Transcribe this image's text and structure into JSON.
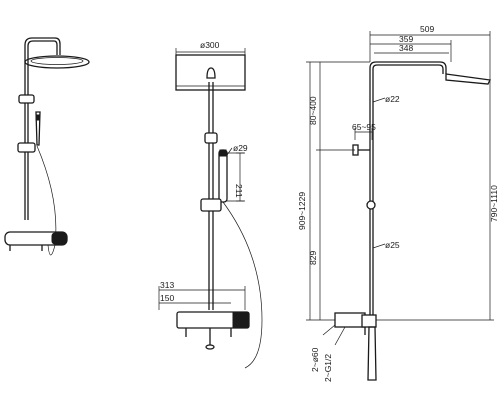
{
  "dimensions": {
    "d509": "509",
    "d359": "359",
    "d348": "348",
    "d300": "ø300",
    "d22": "ø22",
    "d29": "ø29",
    "d25": "ø25",
    "d80_400": "80~400",
    "d65_95": "65~95",
    "d909_1229": "909~1229",
    "d829": "829",
    "d790_1110": "790~1110",
    "d211": "211",
    "d313": "313",
    "d150": "150",
    "d2_60": "2~ø60",
    "d2_g12": "2~G1/2"
  },
  "colors": {
    "line": "#1a1a1a",
    "background": "#ffffff"
  }
}
